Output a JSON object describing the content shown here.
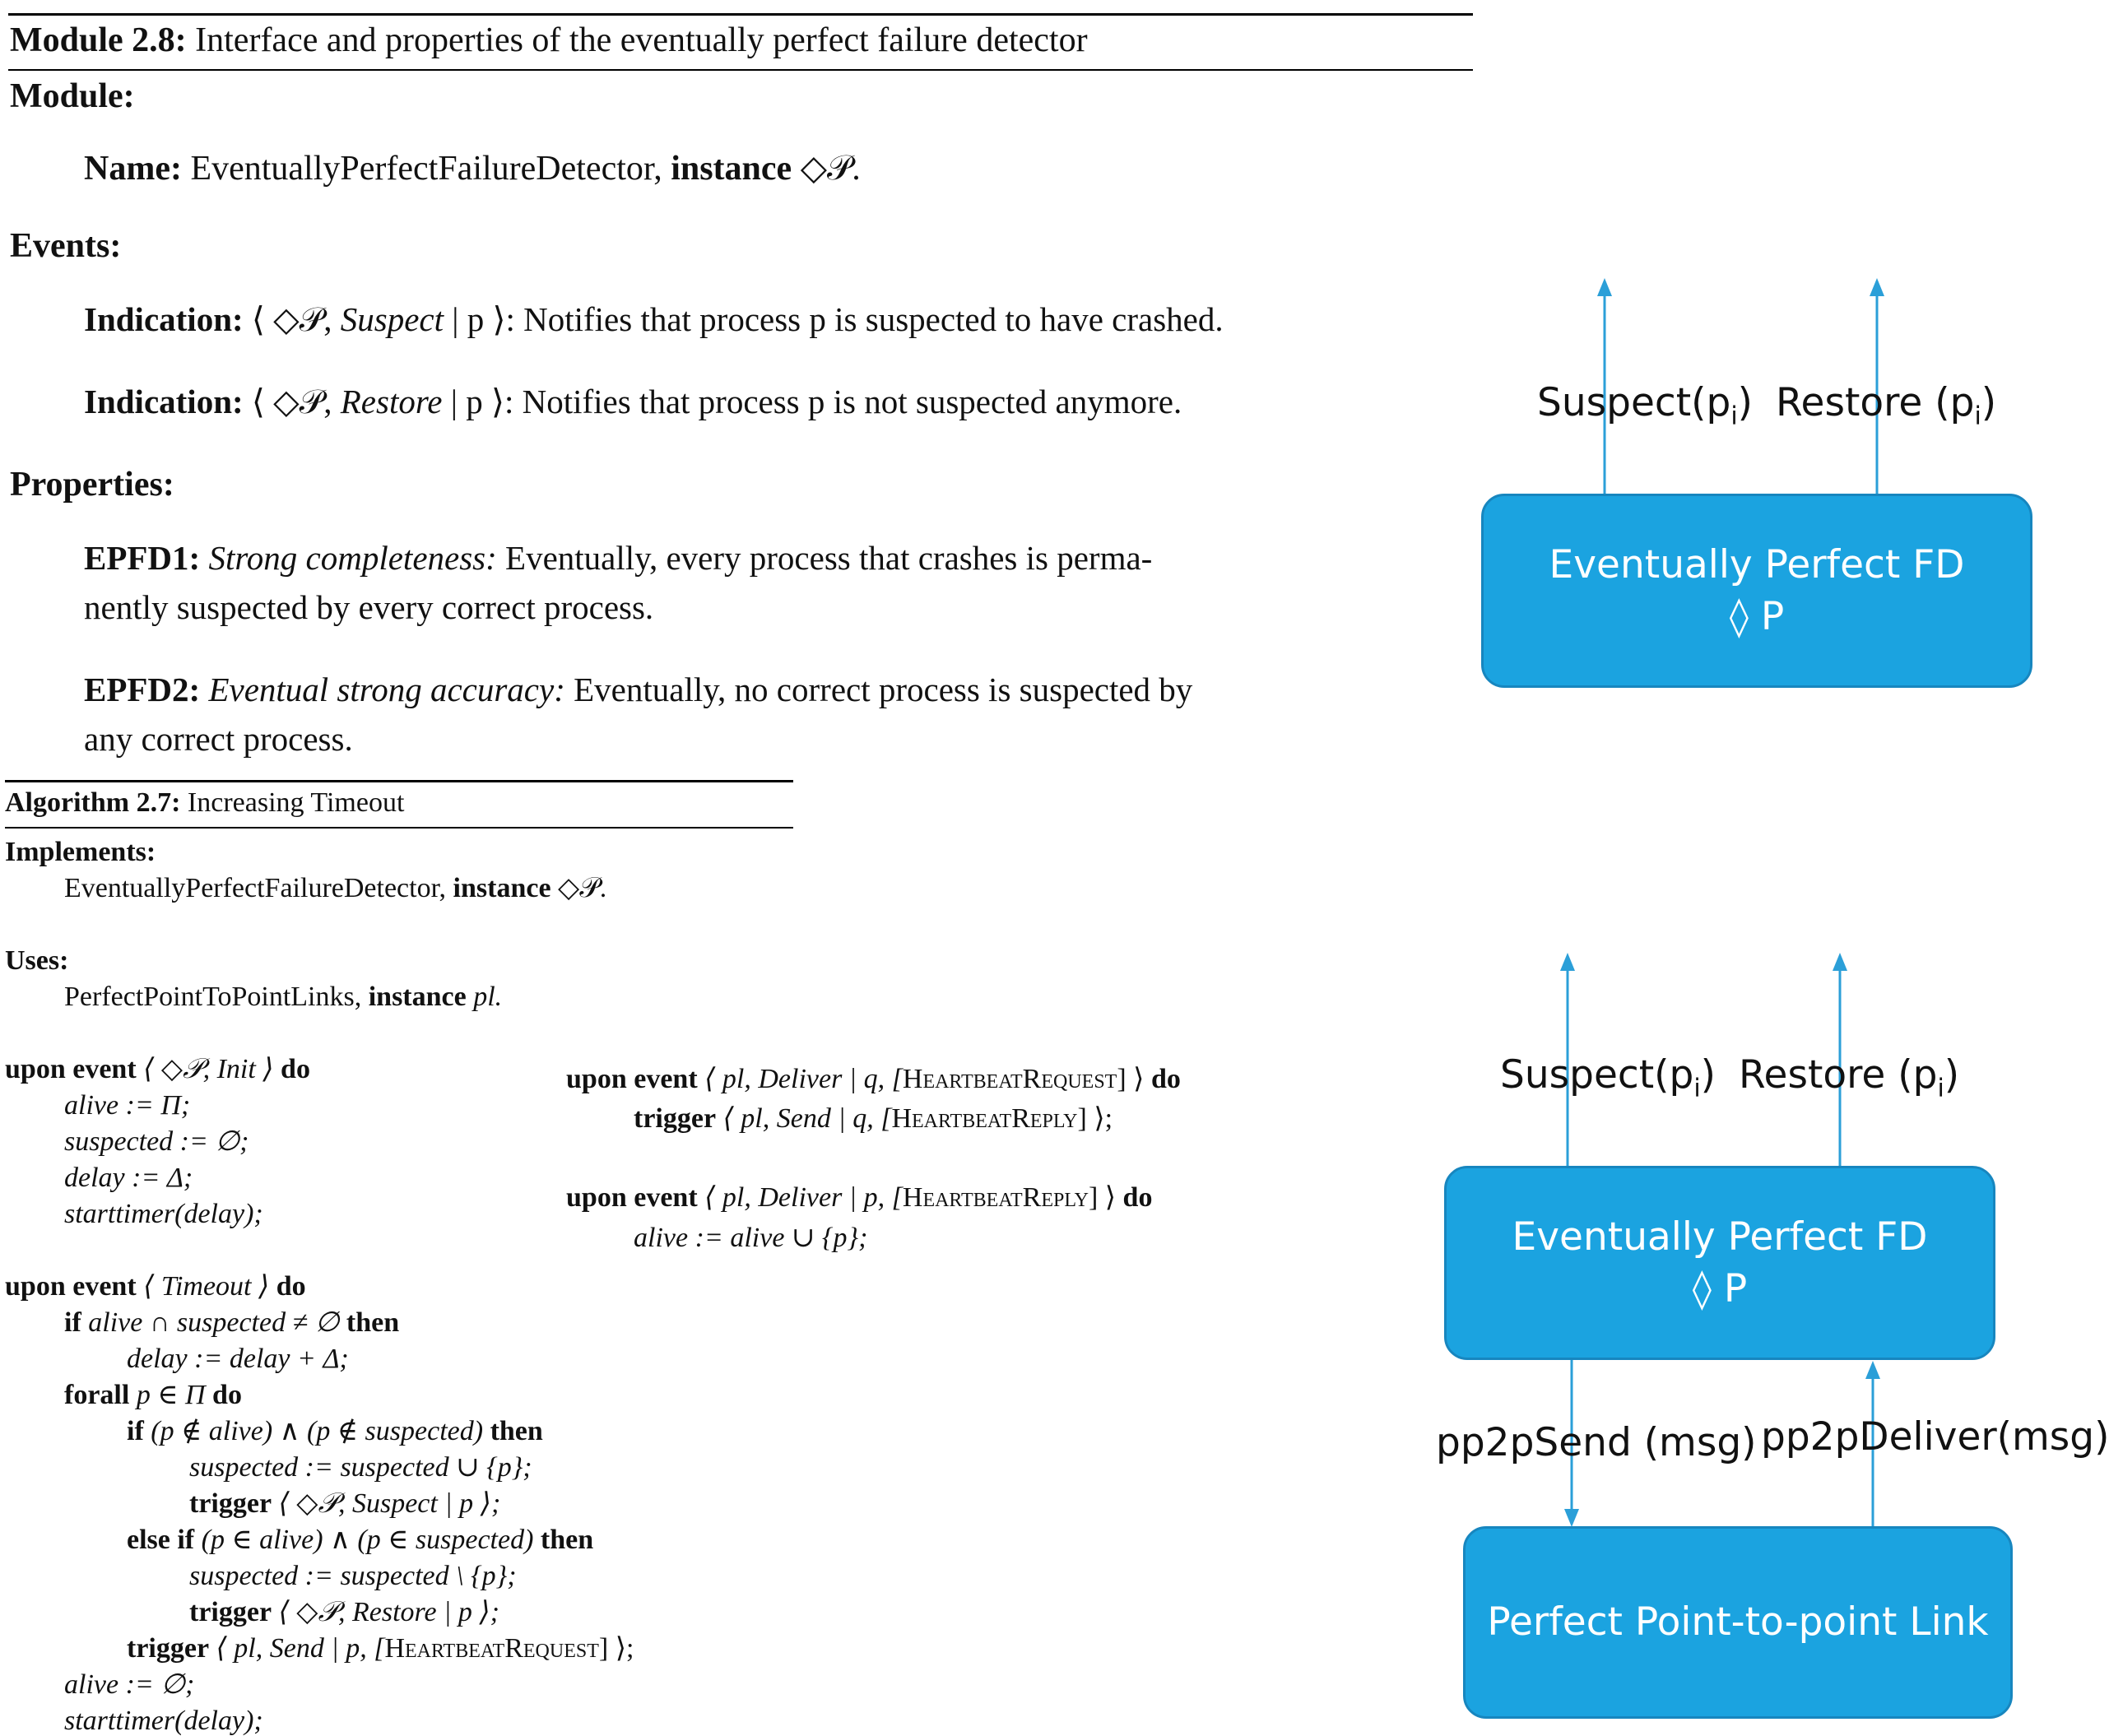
{
  "module": {
    "title_label": "Module 2.8:",
    "title_text": "Interface and properties of the eventually perfect failure detector",
    "module_heading": "Module:",
    "name_label": "Name:",
    "name_value": "EventuallyPerfectFailureDetector,",
    "instance_label": "instance",
    "instance_value": "◇𝒫.",
    "events_heading": "Events:",
    "indication_label": "Indication:",
    "ind1_open": "⟨ ◇𝒫,",
    "ind1_event": "Suspect",
    "ind1_close": "| p ⟩:",
    "ind1_text": "Notifies that process p is suspected to have crashed.",
    "ind2_open": "⟨ ◇𝒫,",
    "ind2_event": "Restore",
    "ind2_close": "| p ⟩:",
    "ind2_text": "Notifies that process p is not suspected anymore.",
    "properties_heading": "Properties:",
    "epfd1_label": "EPFD1:",
    "epfd1_name": "Strong completeness:",
    "epfd1_text_1": "Eventually, every process that crashes is perma-",
    "epfd1_text_2": "nently suspected by every correct process.",
    "epfd2_label": "EPFD2:",
    "epfd2_name": "Eventual strong accuracy:",
    "epfd2_text_1": "Eventually, no correct process is suspected by",
    "epfd2_text_2": "any correct process."
  },
  "algorithm": {
    "title_label": "Algorithm 2.7:",
    "title_text": "Increasing Timeout",
    "implements_heading": "Implements:",
    "implements_name": "EventuallyPerfectFailureDetector,",
    "implements_instance": "instance",
    "implements_value": "◇𝒫.",
    "uses_heading": "Uses:",
    "uses_name": "PerfectPointToPointLinks,",
    "uses_instance": "instance",
    "uses_value": "pl.",
    "kw_upon_event": "upon event",
    "kw_do": "do",
    "kw_if": "if",
    "kw_then": "then",
    "kw_forall": "forall",
    "kw_else_if": "else if",
    "kw_trigger": "trigger",
    "init_event": "⟨ ◇𝒫, Init ⟩",
    "init_alive": "alive := Π;",
    "init_suspected": "suspected := ∅;",
    "init_delay": "delay := Δ;",
    "init_starttimer": "starttimer(delay);",
    "timeout_event": "⟨ Timeout ⟩",
    "cond1": "alive ∩ suspected ≠ ∅",
    "delay_inc": "delay := delay + Δ;",
    "forall_expr": "p ∈ Π",
    "cond2": "(p ∉ alive) ∧ (p ∉ suspected)",
    "susp_add": "suspected := suspected ∪ {p};",
    "trig_suspect": "⟨ ◇𝒫, Suspect | p ⟩;",
    "cond3": "(p ∈ alive) ∧ (p ∈ suspected)",
    "susp_remove": "suspected := suspected \\ {p};",
    "trig_restore": "⟨ ◇𝒫, Restore | p ⟩;",
    "trig_send_req_pre": "⟨ pl, Send | p, [",
    "msg_hb_request": "HeartbeatRequest",
    "trig_send_req_post": "] ⟩;",
    "alive_reset": "alive := ∅;",
    "starttimer2": "starttimer(delay);",
    "deliver_req_pre": "⟨ pl, Deliver | q, [",
    "deliver_req_post": "] ⟩",
    "send_reply_pre": "⟨ pl, Send | q, [",
    "msg_hb_reply": "HeartbeatReply",
    "send_reply_post": "] ⟩;",
    "deliver_reply_pre": "⟨ pl, Deliver | p, [",
    "deliver_reply_post": "] ⟩",
    "alive_add": "alive := alive ∪ {p};"
  },
  "diagram_top": {
    "label_suspect": "Suspect(p",
    "label_restore": "Restore (p",
    "sub_i": "i",
    "close_paren": ")",
    "box_line1": "Eventually Perfect FD",
    "box_line2": "◊ P"
  },
  "diagram_bottom": {
    "label_suspect": "Suspect(p",
    "label_restore": "Restore (p",
    "sub_i": "i",
    "close_paren": ")",
    "box_fd_line1": "Eventually Perfect FD",
    "box_fd_line2": "◊ P",
    "label_send": "pp2pSend (msg)",
    "label_deliver": "pp2pDeliver(msg)",
    "box_link": "Perfect Point-to-point Link"
  },
  "colors": {
    "box_fill": "#1BA3E0",
    "box_border": "#1786BF",
    "arrow": "#2B9FD8"
  }
}
